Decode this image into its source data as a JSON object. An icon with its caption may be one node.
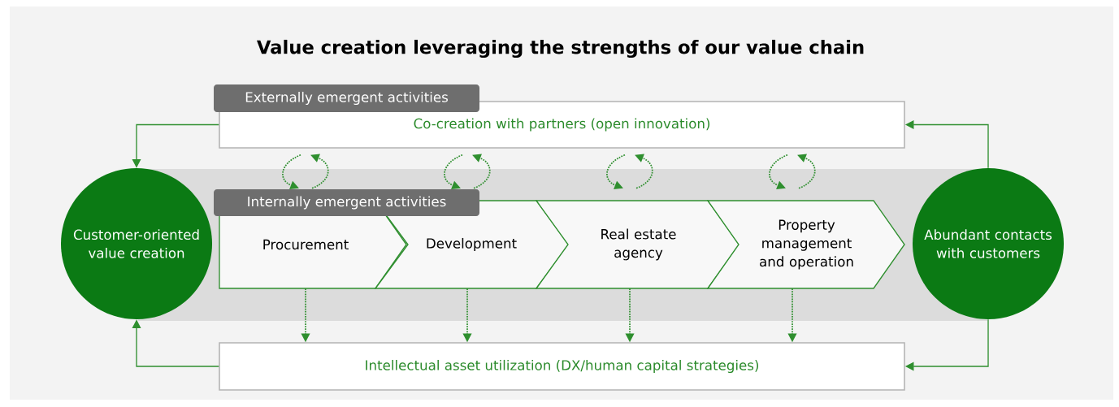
{
  "diagram": {
    "title": "Value creation leveraging the strengths of our value chain",
    "nodes": [
      {
        "text": [
          "Externally emergent activities",
          "Co-creation with partners (open innovation)"
        ]
      },
      {
        "text": [
          "Customer-oriented value creation"
        ]
      },
      {
        "text": [
          "Internally emergent activities"
        ]
      },
      {
        "text": [
          "Procurement"
        ]
      },
      {
        "text": [
          "Development"
        ]
      },
      {
        "text": [
          "Real estate agency"
        ]
      },
      {
        "text": [
          "Property management and operation"
        ]
      },
      {
        "text": [
          "Abundant contacts with customers"
        ]
      },
      {
        "text": [
          "Intellectual asset utilization (DX/human capital strategies)"
        ]
      }
    ],
    "edges": [
      {
        "from": 0,
        "to": 1,
        "arrow": "to"
      },
      {
        "from": 8,
        "to": 1,
        "arrow": "to"
      },
      {
        "from": 7,
        "to": 0,
        "arrow": "to"
      },
      {
        "from": 7,
        "to": 8,
        "arrow": "to"
      },
      {
        "from": 3,
        "to": 8,
        "arrow": "to",
        "style": "dashed"
      },
      {
        "from": 4,
        "to": 8,
        "arrow": "to",
        "style": "dashed"
      },
      {
        "from": 5,
        "to": 8,
        "arrow": "to",
        "style": "dashed"
      },
      {
        "from": 6,
        "to": 8,
        "arrow": "to",
        "style": "dashed"
      },
      {
        "from": 3,
        "to": 0,
        "arrow": "to",
        "style": "dashed"
      },
      {
        "from": 0,
        "to": 3,
        "arrow": "to",
        "style": "dashed"
      },
      {
        "from": 4,
        "to": 0,
        "arrow": "to",
        "style": "dashed"
      },
      {
        "from": 0,
        "to": 4,
        "arrow": "to",
        "style": "dashed"
      },
      {
        "from": 5,
        "to": 0,
        "arrow": "to",
        "style": "dashed"
      },
      {
        "from": 0,
        "to": 5,
        "arrow": "to",
        "style": "dashed"
      },
      {
        "from": 6,
        "to": 0,
        "arrow": "to",
        "style": "dashed"
      },
      {
        "from": 0,
        "to": 6,
        "arrow": "to",
        "style": "dashed"
      }
    ]
  }
}
